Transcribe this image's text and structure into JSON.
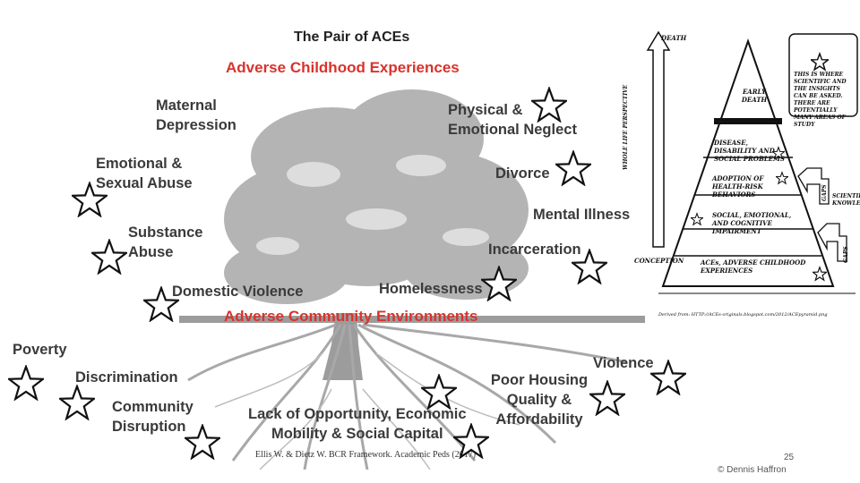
{
  "title": "The Pair of ACEs",
  "subtitle_top": "Adverse Childhood Experiences",
  "subtitle_bottom": "Adverse Community Environments",
  "tree_labels": {
    "maternal_depression": [
      "Maternal",
      "Depression"
    ],
    "emotional_sexual_abuse": [
      "Emotional &",
      "Sexual Abuse"
    ],
    "substance_abuse": [
      "Substance",
      "Abuse"
    ],
    "domestic_violence": "Domestic Violence",
    "physical_emotional_neglect": [
      "Physical &",
      "Emotional Neglect"
    ],
    "divorce": "Divorce",
    "mental_illness": "Mental Illness",
    "incarceration": "Incarceration",
    "homelessness": "Homelessness"
  },
  "root_labels": {
    "poverty": "Poverty",
    "discrimination": "Discrimination",
    "community_disruption": [
      "Community",
      "Disruption"
    ],
    "lack_of_opportunity": [
      "Lack of Opportunity, Economic",
      "Mobility & Social Capital"
    ],
    "poor_housing": [
      "Poor Housing",
      "Quality &",
      "Affordability"
    ],
    "violence": "Violence"
  },
  "citation": "Ellis W. & Dietz W. BCR Framework. Academic Peds (2017)",
  "pyramid": {
    "death": "DEATH",
    "conception": "CONCEPTION",
    "whole_life": "WHOLE LIFE PERSPECTIVE",
    "levels": [
      "EARLY DEATH",
      "DISEASE, DISABILITY AND SOCIAL PROBLEMS",
      "ADOPTION OF HEALTH-RISK BEHAVIORS",
      "SOCIAL, EMOTIONAL, AND COGNITIVE IMPAIRMENT",
      "ACEs, ADVERSE CHILDHOOD EXPERIENCES"
    ],
    "note": "THIS IS WHERE SCIENTIFIC AND THE INSIGHTS CAN BE ASKED. THERE ARE POTENTIALLY MANY AREAS OF STUDY",
    "scientific_knowledge": [
      "SCIENTIFIC",
      "KNOWLEDGE"
    ],
    "gaps": "GAPS",
    "source": "Derived from: HTTP://ACEs-originals.blogspot.com/2012/ACEpyramid.png"
  },
  "slide_number": "25",
  "copyright": "© Dennis Haffron"
}
